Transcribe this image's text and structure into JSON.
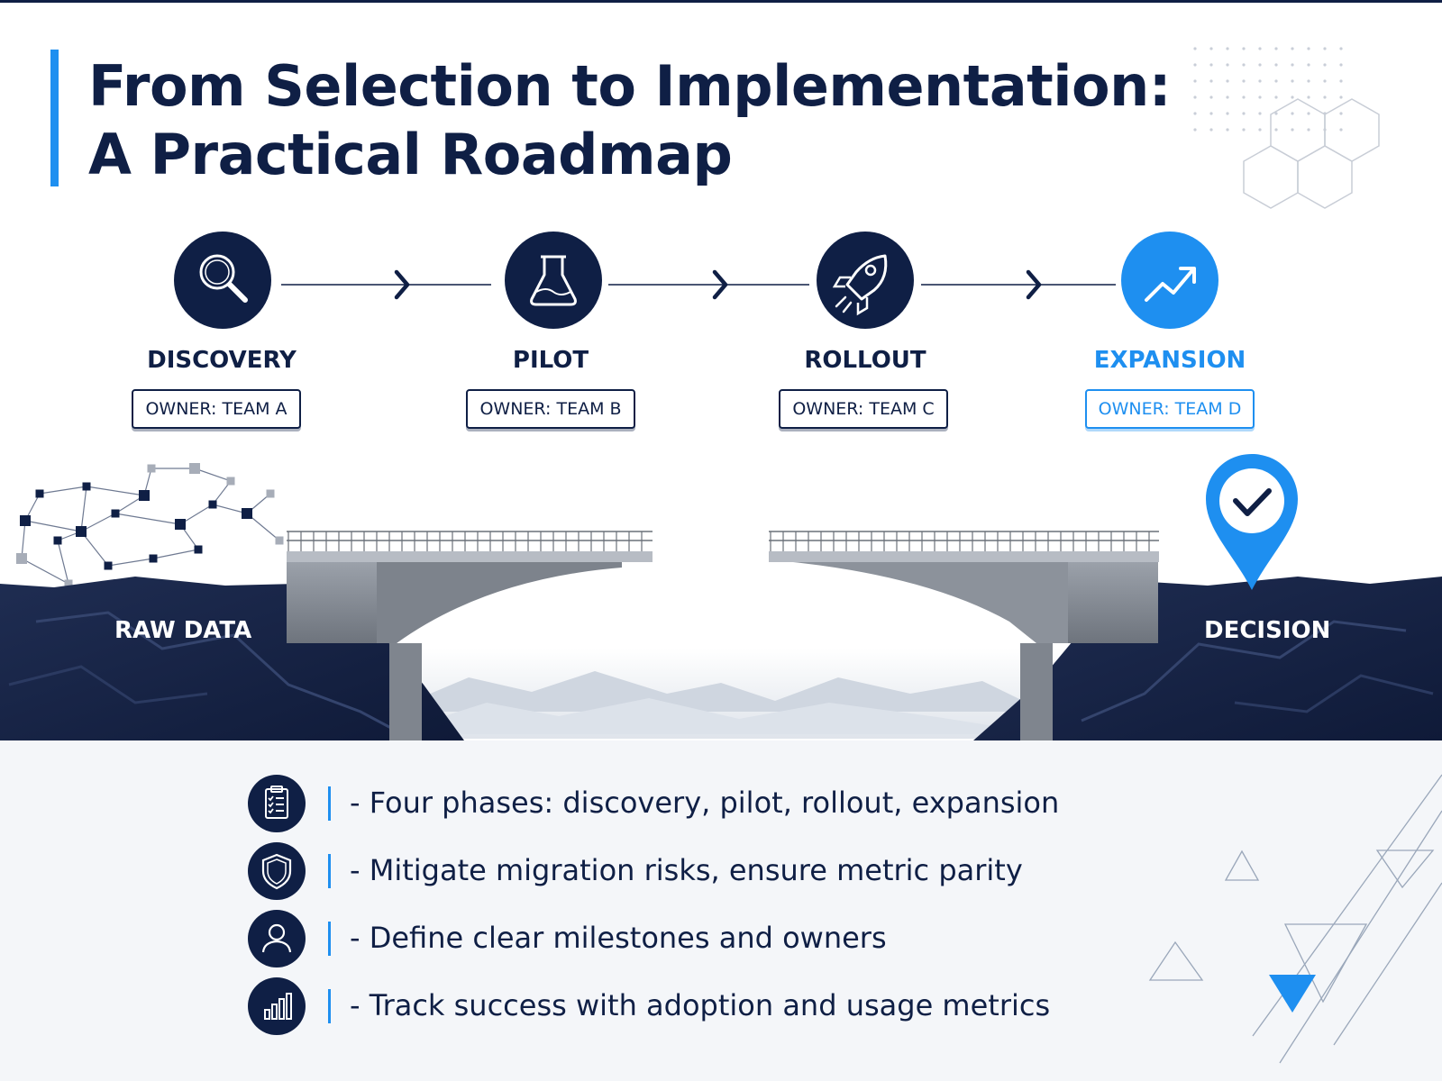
{
  "title": {
    "line1": "From Selection to Implementation:",
    "line2": "A Practical Roadmap"
  },
  "colors": {
    "navy": "#0f1f45",
    "accent": "#1e8ff0",
    "panel": "#f4f6f9"
  },
  "phases": [
    {
      "label": "DISCOVERY",
      "owner": "OWNER: TEAM A",
      "icon": "magnifier-icon"
    },
    {
      "label": "PILOT",
      "owner": "OWNER: TEAM B",
      "icon": "flask-icon"
    },
    {
      "label": "ROLLOUT",
      "owner": "OWNER: TEAM C",
      "icon": "rocket-icon"
    },
    {
      "label": "EXPANSION",
      "owner": "OWNER: TEAM D",
      "icon": "trend-up-icon"
    }
  ],
  "scene": {
    "left_label": "RAW DATA",
    "right_label": "DECISION",
    "marker_icon": "check-pin-icon"
  },
  "bullets": [
    {
      "text": "- Four phases: discovery, pilot, rollout, expansion",
      "icon": "clipboard-checklist-icon"
    },
    {
      "text": "- Mitigate migration risks, ensure metric parity",
      "icon": "shield-icon"
    },
    {
      "text": "- Define clear milestones and owners",
      "icon": "person-icon"
    },
    {
      "text": "- Track success with adoption and usage metrics",
      "icon": "bar-chart-icon"
    }
  ]
}
